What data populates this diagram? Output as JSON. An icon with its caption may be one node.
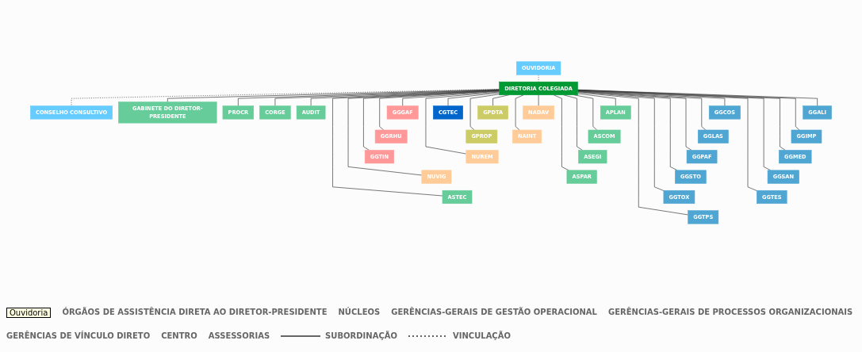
{
  "diagram": {
    "nodes": [
      {
        "text": [
          "OUVIDORIA"
        ]
      },
      {
        "text": [
          "DIRETORIA COLEGIADA"
        ]
      },
      {
        "text": [
          "CONSELHO CONSULTIVO"
        ]
      },
      {
        "text": [
          "GABINETE DO DIRETOR-PRESIDENTE"
        ]
      },
      {
        "text": [
          "PROCR"
        ]
      },
      {
        "text": [
          "CORGE"
        ]
      },
      {
        "text": [
          "AUDIT"
        ]
      },
      {
        "text": [
          "APLAN"
        ]
      },
      {
        "text": [
          "ASCOM"
        ]
      },
      {
        "text": [
          "ASEGI"
        ]
      },
      {
        "text": [
          "ASPAR"
        ]
      },
      {
        "text": [
          "ASTEC"
        ]
      },
      {
        "text": [
          "NADAV"
        ]
      },
      {
        "text": [
          "NAINT"
        ]
      },
      {
        "text": [
          "NUREM"
        ]
      },
      {
        "text": [
          "NUVIG"
        ]
      },
      {
        "text": [
          "GGGAF"
        ]
      },
      {
        "text": [
          "GGRHU"
        ]
      },
      {
        "text": [
          "GGTIN"
        ]
      },
      {
        "text": [
          "GGALI"
        ]
      },
      {
        "text": [
          "GGIMP"
        ]
      },
      {
        "text": [
          "GGMED"
        ]
      },
      {
        "text": [
          "GGSAN"
        ]
      },
      {
        "text": [
          "GGTES"
        ]
      },
      {
        "text": [
          "GGTPS"
        ]
      },
      {
        "text": [
          "GGCOS"
        ]
      },
      {
        "text": [
          "GGLAS"
        ]
      },
      {
        "text": [
          "GGPAF"
        ]
      },
      {
        "text": [
          "GGSTO"
        ]
      },
      {
        "text": [
          "GGTOX"
        ]
      },
      {
        "text": [
          "GPDTA"
        ]
      },
      {
        "text": [
          "GPROP"
        ]
      },
      {
        "text": [
          "CGTEC"
        ]
      }
    ],
    "edges": [
      {
        "from": 0,
        "to": 1,
        "arrow": "none",
        "style": "dashed"
      },
      {
        "from": 1,
        "to": 2,
        "arrow": "none",
        "style": "dashed"
      },
      {
        "from": 1,
        "to": 3,
        "arrow": "none"
      },
      {
        "from": 1,
        "to": 4,
        "arrow": "none"
      },
      {
        "from": 1,
        "to": 5,
        "arrow": "none"
      },
      {
        "from": 1,
        "to": 6,
        "arrow": "none"
      },
      {
        "from": 1,
        "to": 7,
        "arrow": "none"
      },
      {
        "from": 1,
        "to": 8,
        "arrow": "none"
      },
      {
        "from": 1,
        "to": 9,
        "arrow": "none"
      },
      {
        "from": 1,
        "to": 10,
        "arrow": "none"
      },
      {
        "from": 1,
        "to": 11,
        "arrow": "none"
      },
      {
        "from": 1,
        "to": 12,
        "arrow": "none"
      },
      {
        "from": 1,
        "to": 13,
        "arrow": "none"
      },
      {
        "from": 1,
        "to": 14,
        "arrow": "none"
      },
      {
        "from": 1,
        "to": 15,
        "arrow": "none"
      },
      {
        "from": 1,
        "to": 16,
        "arrow": "none"
      },
      {
        "from": 1,
        "to": 17,
        "arrow": "none"
      },
      {
        "from": 1,
        "to": 18,
        "arrow": "none"
      },
      {
        "from": 1,
        "to": 19,
        "arrow": "none"
      },
      {
        "from": 1,
        "to": 20,
        "arrow": "none"
      },
      {
        "from": 1,
        "to": 21,
        "arrow": "none"
      },
      {
        "from": 1,
        "to": 22,
        "arrow": "none"
      },
      {
        "from": 1,
        "to": 23,
        "arrow": "none"
      },
      {
        "from": 1,
        "to": 24,
        "arrow": "none"
      },
      {
        "from": 1,
        "to": 25,
        "arrow": "none"
      },
      {
        "from": 1,
        "to": 26,
        "arrow": "none"
      },
      {
        "from": 1,
        "to": 27,
        "arrow": "none"
      },
      {
        "from": 1,
        "to": 28,
        "arrow": "none"
      },
      {
        "from": 1,
        "to": 29,
        "arrow": "none"
      },
      {
        "from": 1,
        "to": 30,
        "arrow": "none"
      },
      {
        "from": 1,
        "to": 31,
        "arrow": "none"
      },
      {
        "from": 1,
        "to": 32,
        "arrow": "none"
      }
    ],
    "labels": [
      "Ouvidoria",
      "ÓRGÃOS DE ASSISTÊNCIA DIRETA AO DIRETOR-PRESIDENTE",
      "NÚCLEOS",
      "GERÊNCIAS-GERAIS DE GESTÃO OPERACIONAL",
      "GERÊNCIAS-GERAIS DE PROCESSOS ORGANIZACIONAIS",
      "GERÊNCIAS DE VÍNCULO DIRETO",
      "CENTRO",
      "ASSESSORIAS"
    ],
    "legend": [
      {
        "text": "SUBORDINAÇÃO"
      },
      {
        "text": "VINCULAÇÃO"
      }
    ]
  }
}
